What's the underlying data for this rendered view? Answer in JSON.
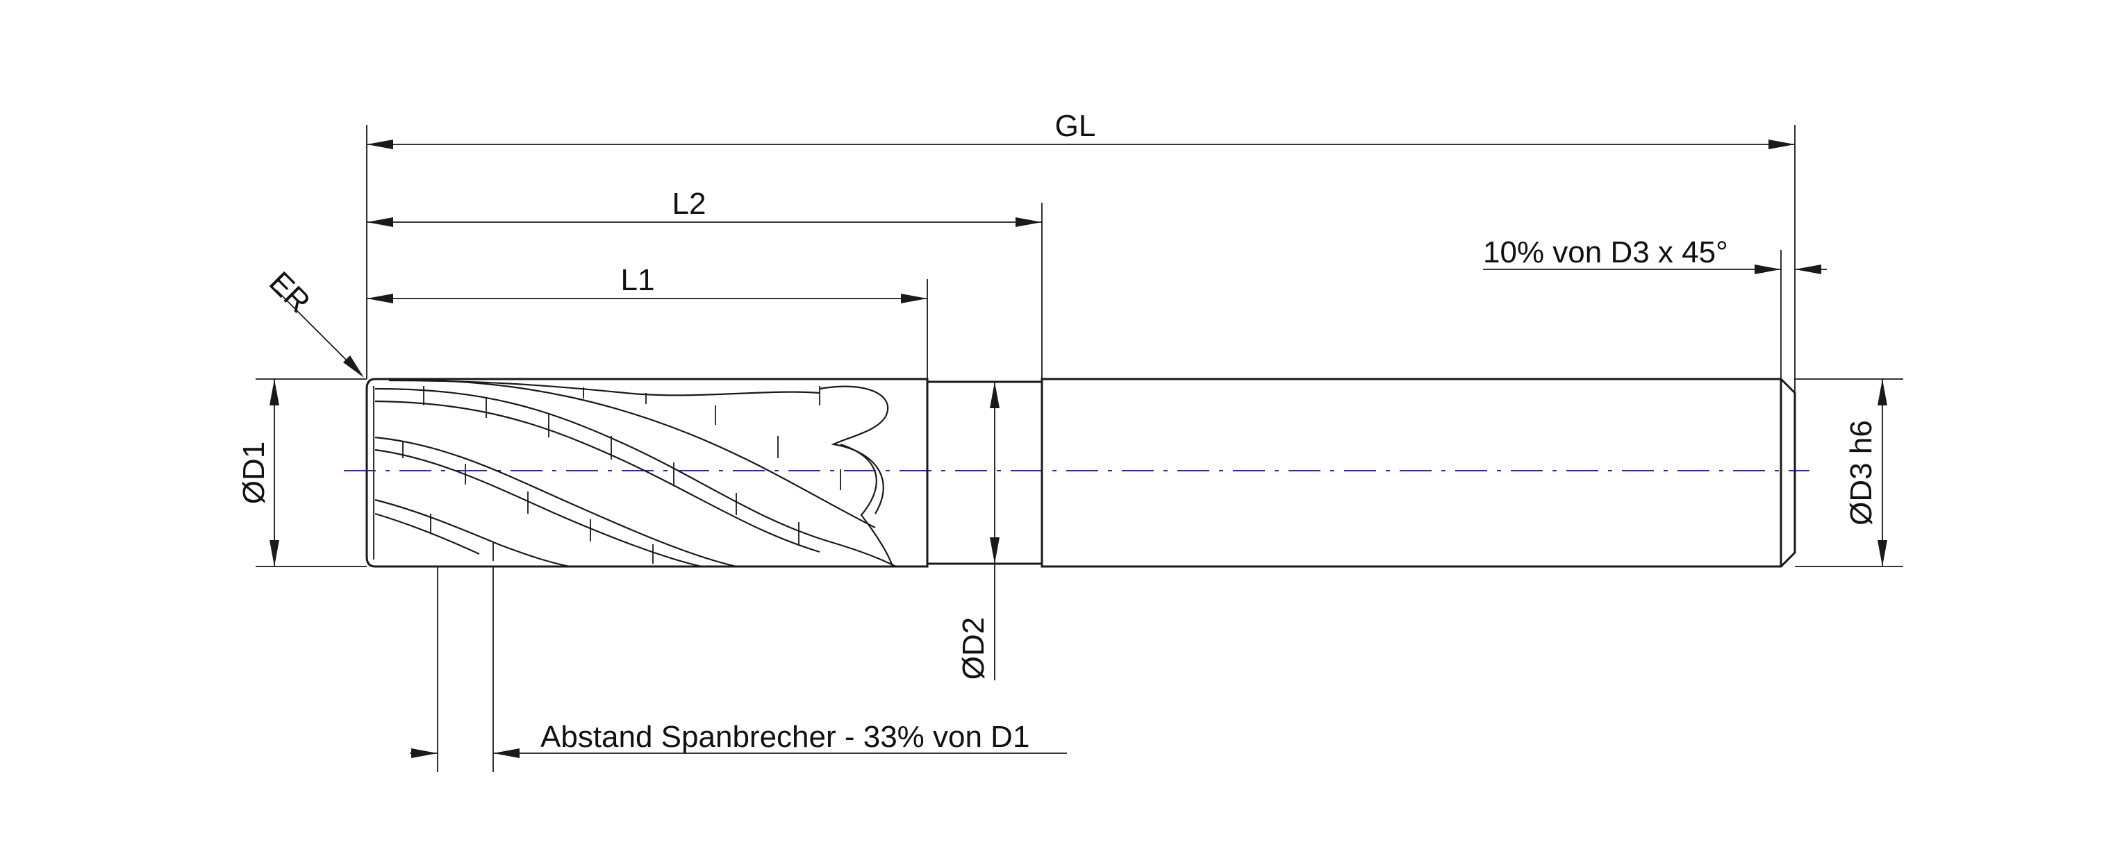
{
  "labels": {
    "gl": "GL",
    "l2": "L2",
    "l1": "L1",
    "er": "ER",
    "chamfer": "10% von D3 x 45°",
    "d1": "ØD1",
    "d2": "ØD2",
    "d3": "ØD3 h6",
    "chipbreaker": "Abstand Spanbrecher - 33% von D1"
  },
  "colors": {
    "line": "#1a1a1a",
    "center_axis": "#2b2f9a",
    "background": "#ffffff"
  }
}
